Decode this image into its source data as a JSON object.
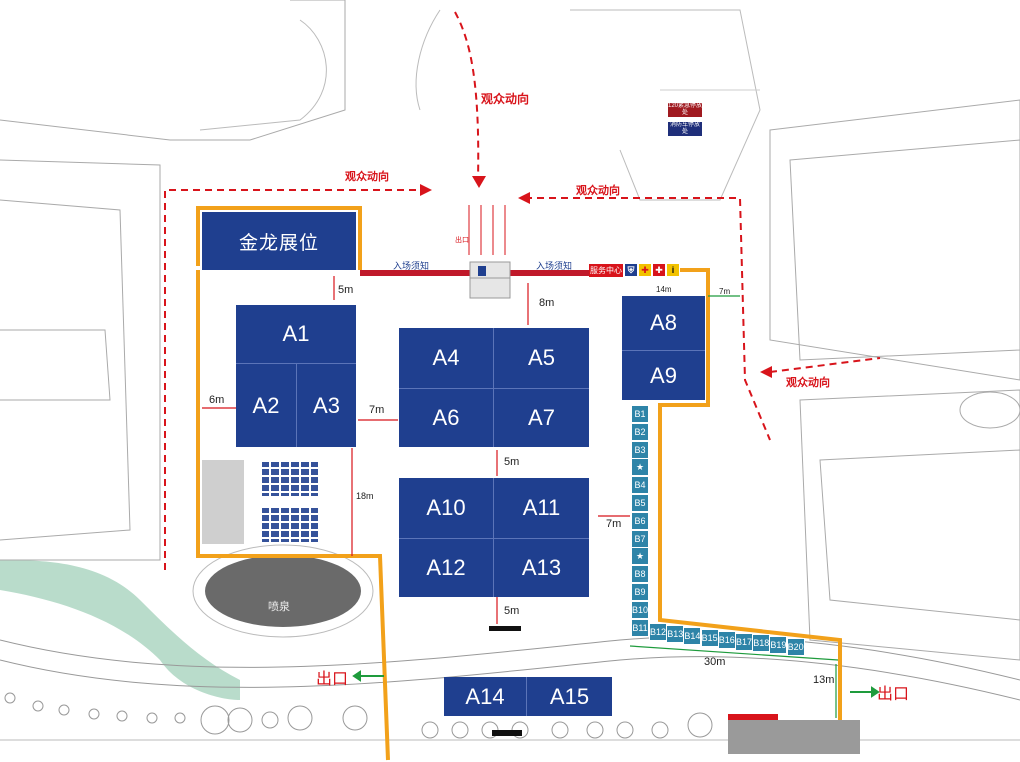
{
  "booths": {
    "jinlong": "金龙展位",
    "a1": "A1",
    "a2": "A2",
    "a3": "A3",
    "a4": "A4",
    "a5": "A5",
    "a6": "A6",
    "a7": "A7",
    "a8": "A8",
    "a9": "A9",
    "a10": "A10",
    "a11": "A11",
    "a12": "A12",
    "a13": "A13",
    "a14": "A14",
    "a15": "A15"
  },
  "b_column": [
    "B1",
    "B2",
    "B3",
    "★",
    "B4",
    "B5",
    "B6",
    "B7",
    "★",
    "B8",
    "B9",
    "B10",
    "B11"
  ],
  "b_row": [
    "B12",
    "B13",
    "B14",
    "B15",
    "B16",
    "B17",
    "B18",
    "B19",
    "B20"
  ],
  "audience_flow": {
    "left": "观众动向",
    "top_vertical": "观众动向",
    "right_top": "观众动向",
    "right": "观众动向"
  },
  "entry_notice_left": "入场须知",
  "entry_notice_right": "入场须知",
  "exit_small": "出口",
  "service_center": "服务中心",
  "emergency": {
    "ambulance": "120紧急停放处",
    "fire": "消防车停放处"
  },
  "fountain": "喷泉",
  "exit_left": "出口",
  "exit_right": "出口",
  "dimensions": {
    "d5m_top": "5m",
    "d8m": "8m",
    "d6m": "6m",
    "d7m_left": "7m",
    "d5m_mid": "5m",
    "d18m": "18m",
    "d7m_right": "7m",
    "d5m_bottom": "5m",
    "d14m": "14m",
    "d7m_far": "7m",
    "d30m": "30m",
    "d13m": "13m"
  },
  "colors": {
    "booth": "#1f3f8f",
    "small_booth": "#2e84a8",
    "boundary": "#f2a11a",
    "flow_arrow": "#d8141b",
    "exit_arrow": "#1e9b3c",
    "lawn": "#b9dccb"
  }
}
